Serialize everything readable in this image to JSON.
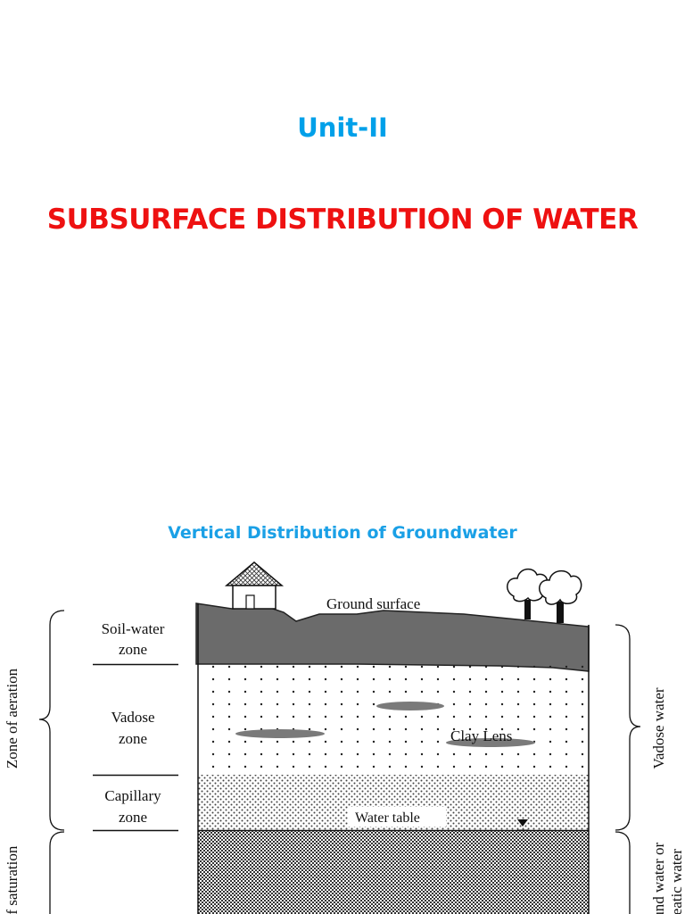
{
  "slide": {
    "unit": "Unit-II",
    "title": "SUBSURFACE DISTRIBUTION OF WATER",
    "subtitle": "Vertical Distribution of Groundwater"
  },
  "diagram": {
    "ground_surface": "Ground surface",
    "clay_lens": "Clay Lens",
    "water_table": "Water table",
    "zones": {
      "soil_water": [
        "Soil-water",
        "zone"
      ],
      "vadose": [
        "Vadose",
        "zone"
      ],
      "capillary": [
        "Capillary",
        "zone"
      ]
    },
    "left_labels": {
      "aeration": "Zone of aeration",
      "saturation": "Zone of saturation"
    },
    "right_labels": {
      "vadose_water": "Vadose water",
      "ground_water_line1": "Ground water or",
      "ground_water_line2": "Phreatic water"
    }
  },
  "colors": {
    "unit": "#00a0e9",
    "title": "#ee1111",
    "subtitle": "#1aa0e6",
    "soil": "#6b6b6b",
    "clay": "#7a7a7a"
  }
}
